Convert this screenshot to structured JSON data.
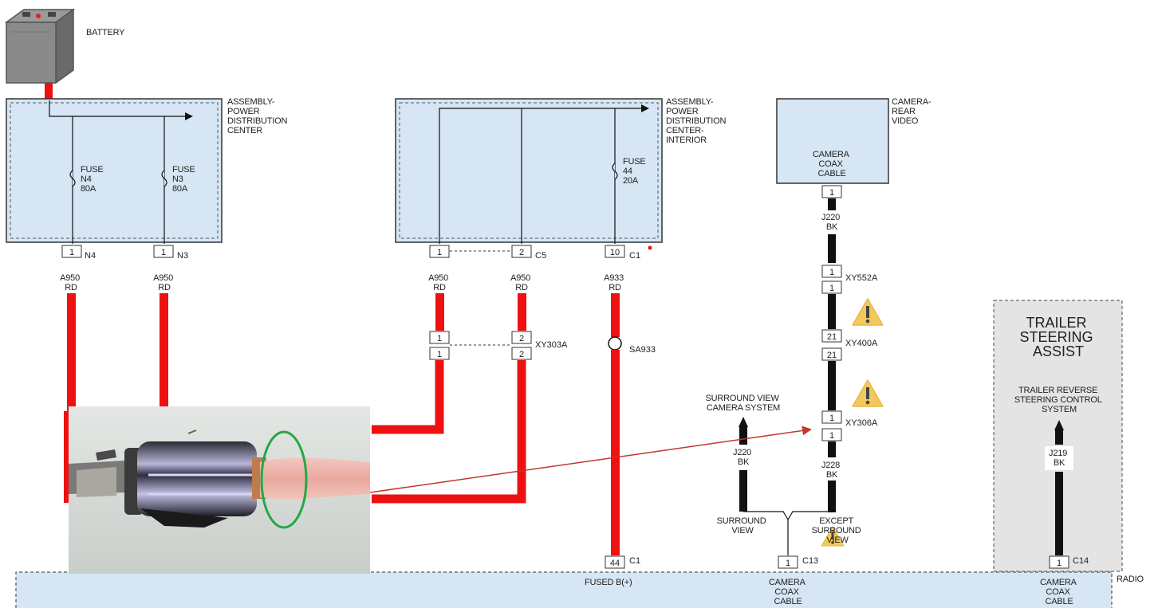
{
  "battery": {
    "label": "BATTERY"
  },
  "pdc": {
    "label_lines": [
      "ASSEMBLY-",
      "POWER",
      "DISTRIBUTION",
      "CENTER"
    ],
    "fuses": [
      {
        "lines": [
          "FUSE",
          "N4",
          "80A"
        ]
      },
      {
        "lines": [
          "FUSE",
          "N3",
          "80A"
        ]
      }
    ],
    "connectors": [
      {
        "pin": "1",
        "name": "N4",
        "wire": "A950",
        "color": "RD"
      },
      {
        "pin": "1",
        "name": "N3",
        "wire": "A950",
        "color": "RD"
      }
    ]
  },
  "pdci": {
    "label_lines": [
      "ASSEMBLY-",
      "POWER",
      "DISTRIBUTION",
      "CENTER-",
      "INTERIOR"
    ],
    "fuse": {
      "lines": [
        "FUSE",
        "44",
        "20A"
      ]
    },
    "pins": [
      "1",
      "2",
      "10"
    ],
    "c5": "C5",
    "c1": "C1",
    "wires": [
      {
        "wire": "A950",
        "color": "RD"
      },
      {
        "wire": "A950",
        "color": "RD"
      },
      {
        "wire": "A933",
        "color": "RD"
      }
    ],
    "xy303a": {
      "name": "XY303A",
      "pins": [
        "1",
        "2"
      ]
    },
    "splice": "SA933"
  },
  "camera": {
    "label_lines": [
      "CAMERA-",
      "REAR",
      "VIDEO"
    ],
    "inner_lines": [
      "CAMERA",
      "COAX",
      "CABLE"
    ],
    "pin": "1",
    "wire1": {
      "wire": "J220",
      "color": "BK"
    },
    "xy552a": {
      "name": "XY552A",
      "pin": "1"
    },
    "xy400a": {
      "name": "XY400A",
      "pin": "21"
    },
    "xy306a": {
      "name": "XY306A",
      "pin": "1"
    },
    "wire2": {
      "wire": "J228",
      "color": "BK"
    }
  },
  "surround": {
    "label_lines": [
      "SURROUND VIEW",
      "CAMERA SYSTEM"
    ],
    "wire": {
      "wire": "J220",
      "color": "BK"
    },
    "left_lines": [
      "SURROUND",
      "VIEW"
    ],
    "right_lines": [
      "EXCEPT",
      "SURROUND",
      "VIEW"
    ]
  },
  "trailer": {
    "title_lines": [
      "TRAILER",
      "STEERING",
      "ASSIST"
    ],
    "sub_lines": [
      "TRAILER REVERSE",
      "STEERING CONTROL",
      "SYSTEM"
    ],
    "wire": {
      "wire": "J219",
      "color": "BK"
    },
    "pin": "1",
    "connector": "C14"
  },
  "radio": {
    "label": "RADIO",
    "fused": "FUSED B(+)",
    "c1_pin": "44",
    "c1": "C1",
    "c13_pin": "1",
    "c13": "C13",
    "coax1": [
      "CAMERA",
      "COAX",
      "CABLE"
    ],
    "coax2": [
      "CAMERA",
      "COAX",
      "CABLE"
    ]
  },
  "colors": {
    "module_fill": "#d6e6f5",
    "wire_red": "#ee1111",
    "wire_black": "#111111",
    "warning": "#f3c95b",
    "trailer_fill": "#e4e4e4",
    "annotation": "#c0392b",
    "highlight": "#22a845"
  },
  "icons": [
    "warning-icon",
    "battery-icon",
    "fuse-icon"
  ]
}
